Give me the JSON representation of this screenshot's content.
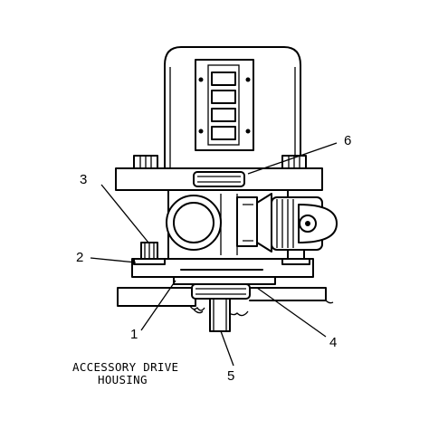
{
  "caption": {
    "line1": "ACCESSORY DRIVE",
    "line2": "HOUSING"
  },
  "callouts": [
    {
      "id": "callout-1",
      "label": "1"
    },
    {
      "id": "callout-2",
      "label": "2"
    },
    {
      "id": "callout-3",
      "label": "3"
    },
    {
      "id": "callout-4",
      "label": "4"
    },
    {
      "id": "callout-5",
      "label": "5"
    },
    {
      "id": "callout-6",
      "label": "6"
    }
  ],
  "colors": {
    "ink": "#000000",
    "paper": "#ffffff"
  }
}
